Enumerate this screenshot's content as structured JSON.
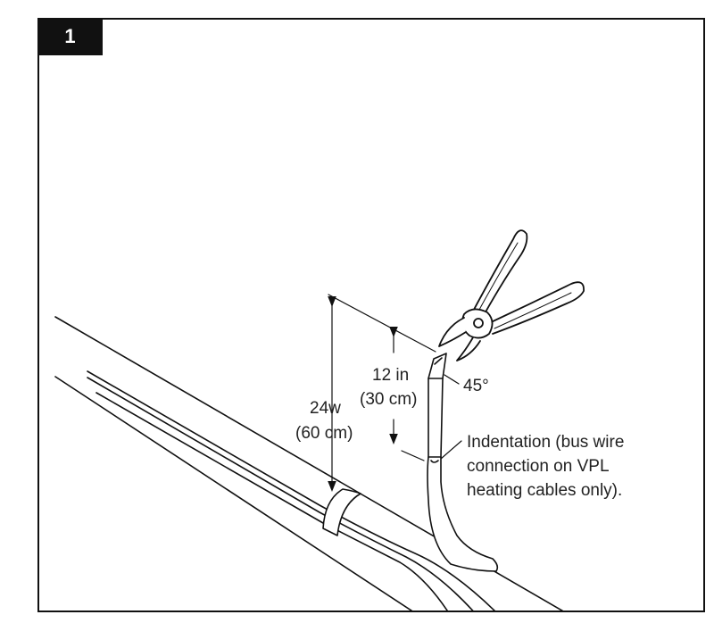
{
  "figure": {
    "step_number": "1",
    "labels": {
      "short_dim_line1": "12 in",
      "short_dim_line2": "(30 cm)",
      "long_dim_line1": "24w",
      "long_dim_line2": "(60 cm)",
      "angle": "45°",
      "note_line1": "Indentation (bus wire",
      "note_line2": "connection on VPL",
      "note_line3": "heating cables only)."
    }
  }
}
